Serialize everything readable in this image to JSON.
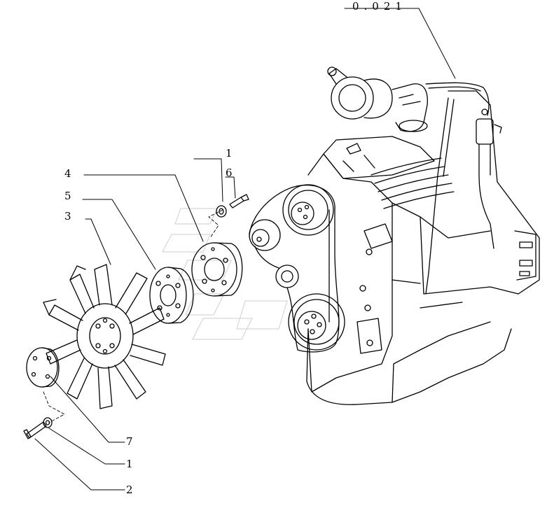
{
  "diagram": {
    "reference": "0.021",
    "callouts": [
      {
        "id": "c1a",
        "label": "1"
      },
      {
        "id": "c6",
        "label": "6"
      },
      {
        "id": "c4",
        "label": "4"
      },
      {
        "id": "c5",
        "label": "5"
      },
      {
        "id": "c3",
        "label": "3"
      },
      {
        "id": "c7",
        "label": "7"
      },
      {
        "id": "c1b",
        "label": "1"
      },
      {
        "id": "c2",
        "label": "2"
      }
    ]
  }
}
